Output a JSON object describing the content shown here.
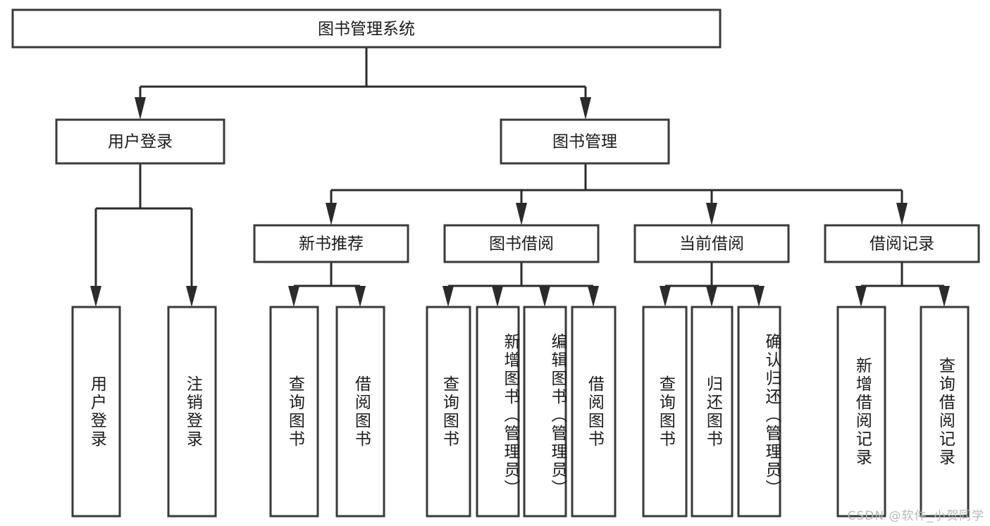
{
  "diagram": {
    "title": "图书管理系统",
    "type": "tree",
    "watermark": "CSDN @软件_小贺同学",
    "colors": {
      "background": "#ffffff",
      "box_stroke": "#3a3a3a",
      "connector": "#2b2b2b",
      "text": "#1b1b1b",
      "watermark": "#b9b9b9"
    },
    "root": {
      "label": "图书管理系统",
      "orientation": "horizontal"
    },
    "level2": [
      {
        "label": "用户登录",
        "orientation": "horizontal"
      },
      {
        "label": "图书管理",
        "orientation": "horizontal"
      }
    ],
    "level3": [
      {
        "label": "新书推荐",
        "orientation": "horizontal"
      },
      {
        "label": "图书借阅",
        "orientation": "horizontal"
      },
      {
        "label": "当前借阅",
        "orientation": "horizontal"
      },
      {
        "label": "借阅记录",
        "orientation": "horizontal"
      }
    ],
    "leaves": {
      "user_login": [
        {
          "label": "用户登录",
          "orientation": "vertical"
        },
        {
          "label": "注销登录",
          "orientation": "vertical"
        }
      ],
      "new_book_recommend": [
        {
          "label": "查询图书",
          "orientation": "vertical"
        },
        {
          "label": "借阅图书",
          "orientation": "vertical"
        }
      ],
      "book_borrow": [
        {
          "label": "查询图书",
          "orientation": "vertical"
        },
        {
          "label": "新增图书（管理员）",
          "orientation": "vertical"
        },
        {
          "label": "编辑图书（管理员）",
          "orientation": "vertical"
        },
        {
          "label": "借阅图书",
          "orientation": "vertical"
        }
      ],
      "current_borrow": [
        {
          "label": "查询图书",
          "orientation": "vertical"
        },
        {
          "label": "归还图书",
          "orientation": "vertical"
        },
        {
          "label": "确认归还（管理员）",
          "orientation": "vertical"
        }
      ],
      "borrow_records": [
        {
          "label": "新增借阅记录",
          "orientation": "vertical"
        },
        {
          "label": "查询借阅记录",
          "orientation": "vertical"
        }
      ]
    }
  },
  "chart_data": {
    "type": "table",
    "title": "图书管理系统 功能结构图",
    "nodes": [
      {
        "id": "root",
        "label": "图书管理系统",
        "level": 1,
        "parent": null
      },
      {
        "id": "user-login",
        "label": "用户登录",
        "level": 2,
        "parent": "root"
      },
      {
        "id": "book-manage",
        "label": "图书管理",
        "level": 2,
        "parent": "root"
      },
      {
        "id": "leaf-user-login",
        "label": "用户登录",
        "level": 3,
        "parent": "user-login"
      },
      {
        "id": "leaf-logout",
        "label": "注销登录",
        "level": 3,
        "parent": "user-login"
      },
      {
        "id": "new-book",
        "label": "新书推荐",
        "level": 3,
        "parent": "book-manage"
      },
      {
        "id": "book-borrow",
        "label": "图书借阅",
        "level": 3,
        "parent": "book-manage"
      },
      {
        "id": "current-borrow",
        "label": "当前借阅",
        "level": 3,
        "parent": "book-manage"
      },
      {
        "id": "borrow-record",
        "label": "借阅记录",
        "level": 3,
        "parent": "book-manage"
      },
      {
        "id": "nb-query",
        "label": "查询图书",
        "level": 4,
        "parent": "new-book"
      },
      {
        "id": "nb-borrow",
        "label": "借阅图书",
        "level": 4,
        "parent": "new-book"
      },
      {
        "id": "bb-query",
        "label": "查询图书",
        "level": 4,
        "parent": "book-borrow"
      },
      {
        "id": "bb-add",
        "label": "新增图书（管理员）",
        "level": 4,
        "parent": "book-borrow"
      },
      {
        "id": "bb-edit",
        "label": "编辑图书（管理员）",
        "level": 4,
        "parent": "book-borrow"
      },
      {
        "id": "bb-borrow",
        "label": "借阅图书",
        "level": 4,
        "parent": "book-borrow"
      },
      {
        "id": "cb-query",
        "label": "查询图书",
        "level": 4,
        "parent": "current-borrow"
      },
      {
        "id": "cb-return",
        "label": "归还图书",
        "level": 4,
        "parent": "current-borrow"
      },
      {
        "id": "cb-confirm",
        "label": "确认归还（管理员）",
        "level": 4,
        "parent": "current-borrow"
      },
      {
        "id": "br-add",
        "label": "新增借阅记录",
        "level": 4,
        "parent": "borrow-record"
      },
      {
        "id": "br-query",
        "label": "查询借阅记录",
        "level": 4,
        "parent": "borrow-record"
      }
    ]
  }
}
